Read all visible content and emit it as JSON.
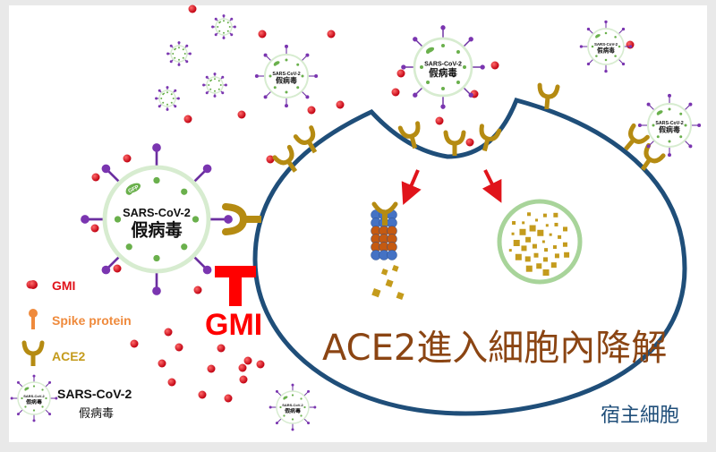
{
  "virus": {
    "name": "SARS-CoV-2",
    "name_zh": "假病毒",
    "gfp": "GFP"
  },
  "inhibitor": {
    "label": "GMI"
  },
  "main_caption": "ACE2進入細胞內降解",
  "cell_label": "宿主細胞",
  "legend": {
    "items": [
      {
        "label": "GMI",
        "color": "#e0141b"
      },
      {
        "label": "Spike protein",
        "color": "#ef8a3c"
      },
      {
        "label": "ACE2",
        "color": "#c49b1c"
      },
      {
        "label": "SARS-CoV-2",
        "sub": "假病毒",
        "color": "#111111"
      }
    ]
  },
  "colors": {
    "cell": "#1f4e79",
    "ace2": "#b58b12",
    "gmi": "#e0141b",
    "spike": "#6b2fa0",
    "virus_ring": "#d7ecd0",
    "caption": "#8b4513"
  }
}
